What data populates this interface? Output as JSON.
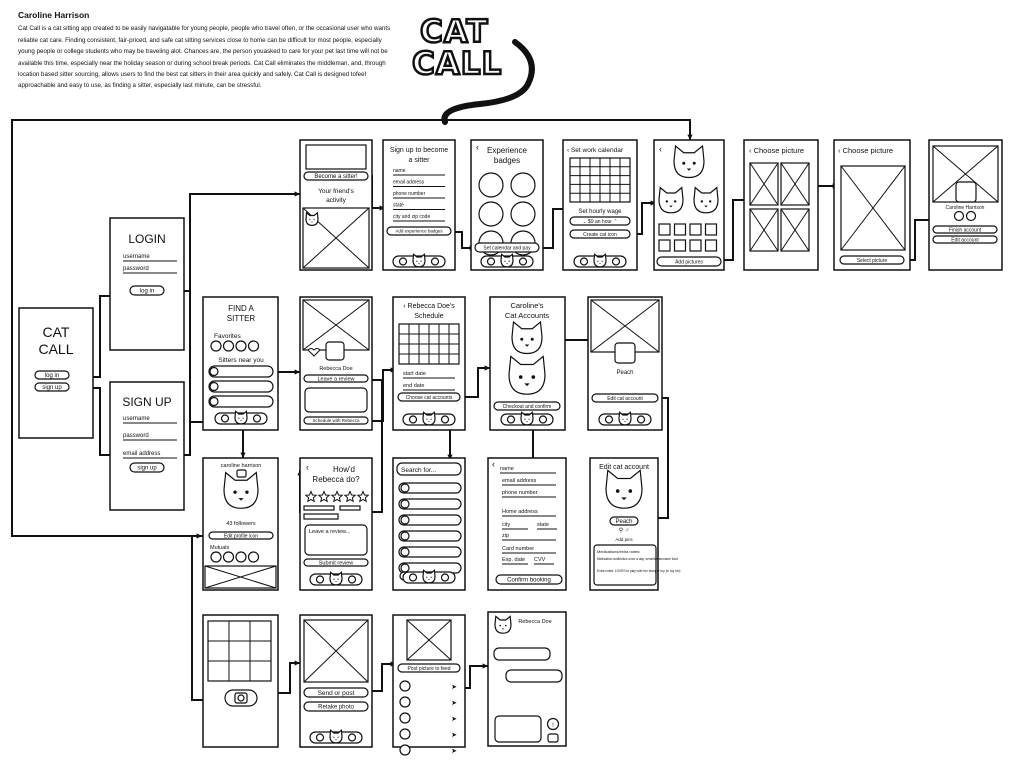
{
  "author": "Caroline Harrison",
  "description": "Cat Call is a cat sitting app created to be easily navigatable for young people, people who travel often, or the occasional user who wants reliable cat care. Finding consistent, fair-priced, and safe cat sitting services close to home can be difficult for most people, especially young people or college students  who may be traveling alot. Chances are, the person youasked to care for your pet  last time will not be available this time, especially near the holiday season  or during school break periods. Cat Call eliminates the middleman, and, through  location based sitter sourcing, allows users to find the best cat sitters in their area  quickly and safely. Cat Call is designed tofeel approachable and easy to use,  as finding a sitter, especially last minute, can be stressful.",
  "logo": {
    "line1": "CAT",
    "line2": "CALL"
  },
  "screens": {
    "start": {
      "title1": "CAT",
      "title2": "CALL",
      "login": "log in",
      "signup": "sign up"
    },
    "login": {
      "title": "LOGIN",
      "username": "username",
      "password": "password",
      "button": "log in"
    },
    "signup": {
      "title": "SIGN UP",
      "username": "username",
      "password": "password",
      "email": "email address",
      "button": "sign up"
    },
    "feed": {
      "become": "Become a sitter!",
      "activity1": "Your friend's",
      "activity2": "activity"
    },
    "sitter_signup": {
      "title1": "Sign up to become",
      "title2": "a sitter",
      "fields": [
        "name",
        "email address",
        "phone number",
        "state",
        "city and zip code"
      ],
      "button": "Add experience badges"
    },
    "badges": {
      "title1": "Experience",
      "title2": "badges",
      "button": "Set calendar and pay"
    },
    "work_calendar": {
      "title": "Set work calendar",
      "wage_label": "Set hourly wage",
      "wage_value": "$9 an hour",
      "button": "Create cat icon"
    },
    "cat_icon": {
      "button": "Add pictures"
    },
    "choose1": {
      "title": "Choose picture"
    },
    "choose2": {
      "title": "Choose picture",
      "button": "Select picture"
    },
    "finish": {
      "name": "Caroline Harrison",
      "finish": "Finish account",
      "edit": "Edit account"
    },
    "find_sitter": {
      "title1": "FIND A",
      "title2": "SITTER",
      "favorites": "Favorites",
      "near": "Sitters near you"
    },
    "sitter_profile": {
      "name": "Rebecca Doe",
      "review": "Leave a review",
      "schedule": "Schedule with Rebecca"
    },
    "schedule": {
      "title1": "Rebecca Doe's",
      "title2": "Schedule",
      "start": "start date",
      "end": "end date",
      "button": "Choose cat accounts"
    },
    "cat_accounts": {
      "title1": "Caroline's",
      "title2": "Cat Accounts",
      "button": "Checkout and confirm"
    },
    "cat_profile": {
      "name": "Peach",
      "button": "Edit cat account"
    },
    "my_profile": {
      "name": "caroline harrison",
      "followers": "43 followers",
      "edit": "Edit profile icon",
      "mutuals": "Mutuals"
    },
    "review": {
      "title1": "How'd",
      "title2": "Rebecca do?",
      "placeholder": "Leave a review...",
      "button": "Submit review"
    },
    "search": {
      "placeholder": "Search for..."
    },
    "checkout": {
      "name": "name",
      "email": "email address",
      "phone": "phone number",
      "home": "Home address",
      "city": "city",
      "state": "state",
      "zip": "zip",
      "card": "Card number",
      "exp": "Exp. date",
      "cvv": "CVV",
      "button": "Confirm booking"
    },
    "edit_cat": {
      "title": "Edit cat account",
      "name": "Peach",
      "add": "Add pics",
      "notes1": "Medications/extra notes:",
      "notes2": "Medication antibiotics once a day, sensitive stomach food",
      "notes3": "Extra notes: LOVES to play with her bumper toy (in toy bin)"
    },
    "camera": {},
    "send_post": {
      "send": "Send or post",
      "retake": "Retake photo"
    },
    "post_feed": {
      "button": "Post picture to feed"
    },
    "chat": {
      "name": "Rebecca Doe"
    }
  }
}
